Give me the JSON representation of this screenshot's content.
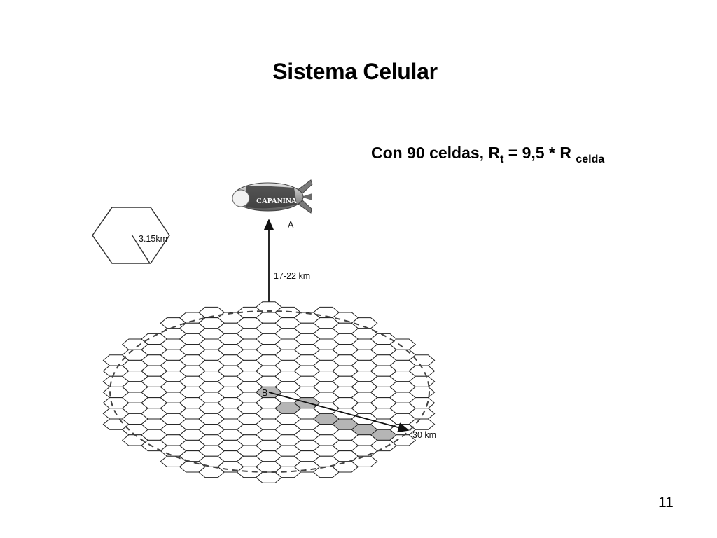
{
  "slide": {
    "title": "Sistema Celular",
    "formula": {
      "prefix": "Con 90 celdas, R",
      "sub_t": "t",
      "middle": " = 9,5 * R ",
      "sub_celda": "celda"
    },
    "page_number": "11"
  },
  "diagram": {
    "hexagon_label": "3.15km",
    "airship_logo": "CAPANINA",
    "point_a_label": "A",
    "point_b_label": "B",
    "altitude_label": "17-22 km",
    "coverage_label": "30 km",
    "colors": {
      "cell_fill": "#ffffff",
      "highlight_fill": "#b5b5b5",
      "line": "#222222",
      "airship_body": "#9a9a9a",
      "airship_band": "#3c3c3c"
    }
  }
}
